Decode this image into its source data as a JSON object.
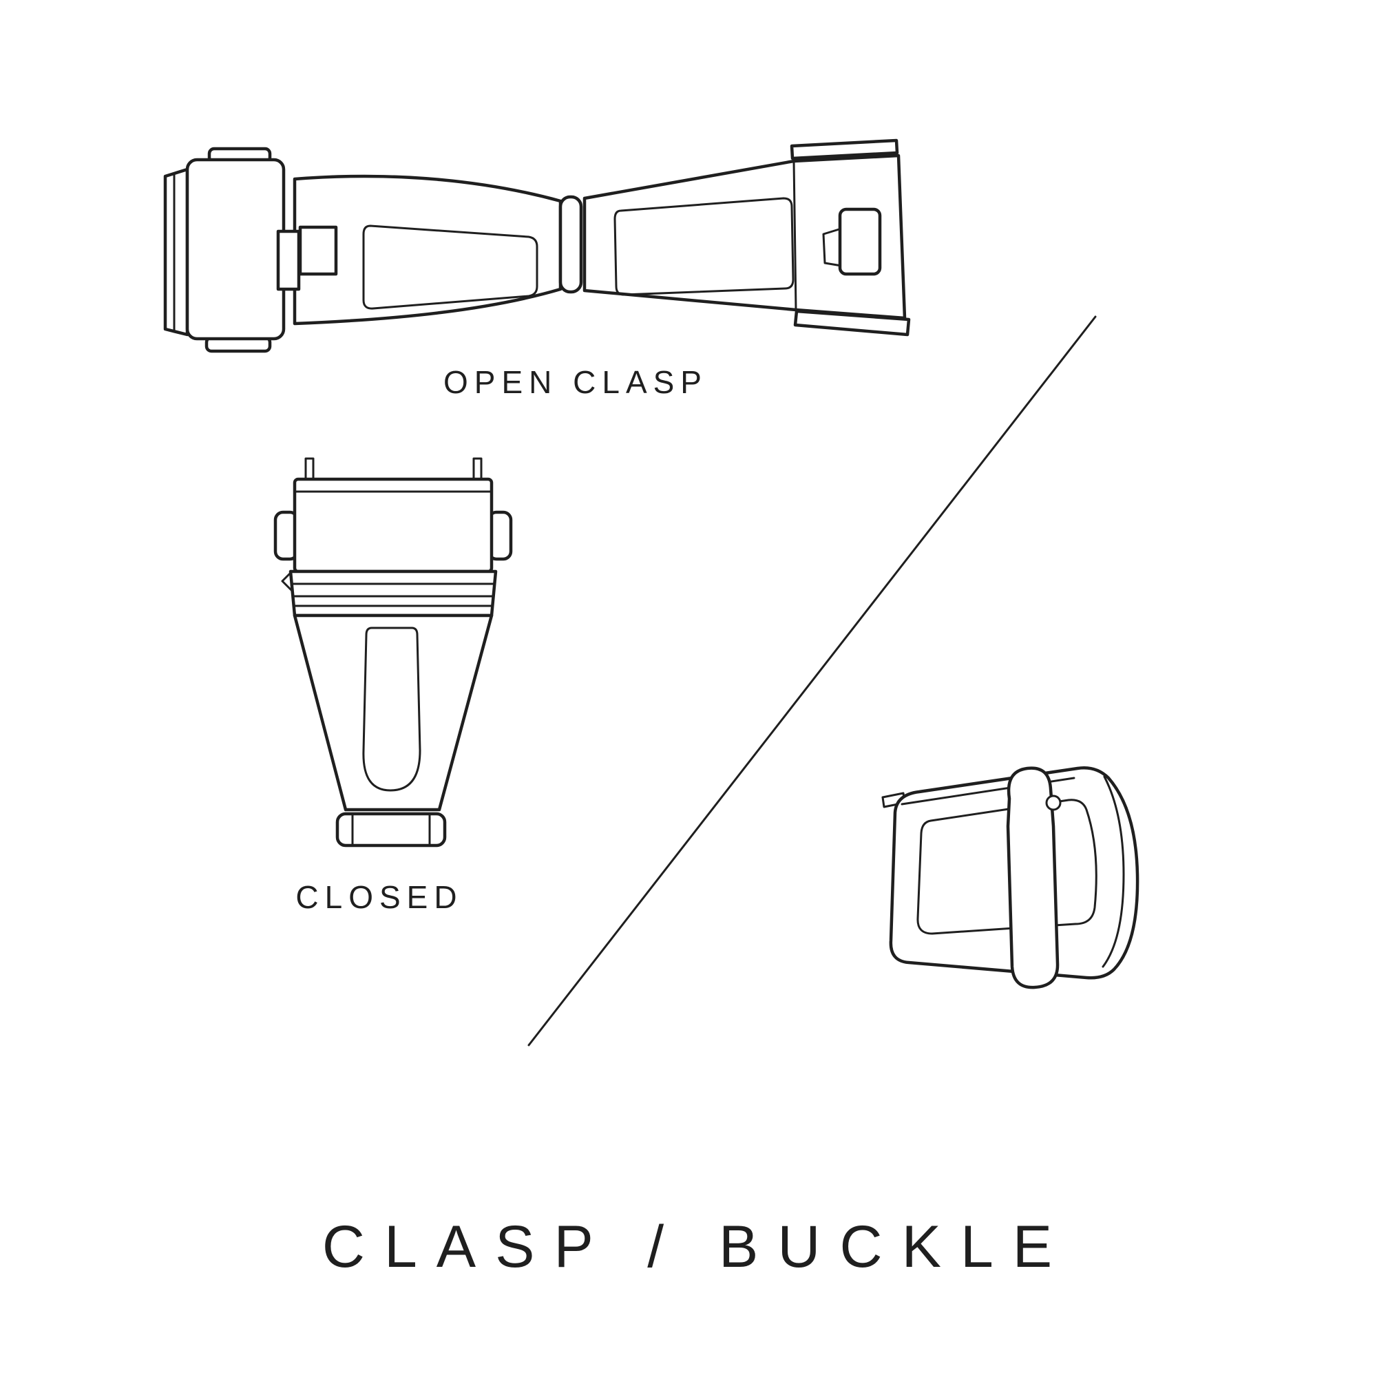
{
  "page_title": "CLASP / BUCKLE",
  "labels": {
    "open_clasp": "OPEN CLASP",
    "closed_clasp": "CLOSED"
  },
  "illustrations": {
    "open_clasp": "open-clasp-line-drawing",
    "closed_clasp": "closed-clasp-line-drawing",
    "tang_buckle": "tang-buckle-line-drawing",
    "divider": "diagonal-divider-line"
  },
  "theme": {
    "ink": "#1f1f1f",
    "background": "#ffffff"
  }
}
